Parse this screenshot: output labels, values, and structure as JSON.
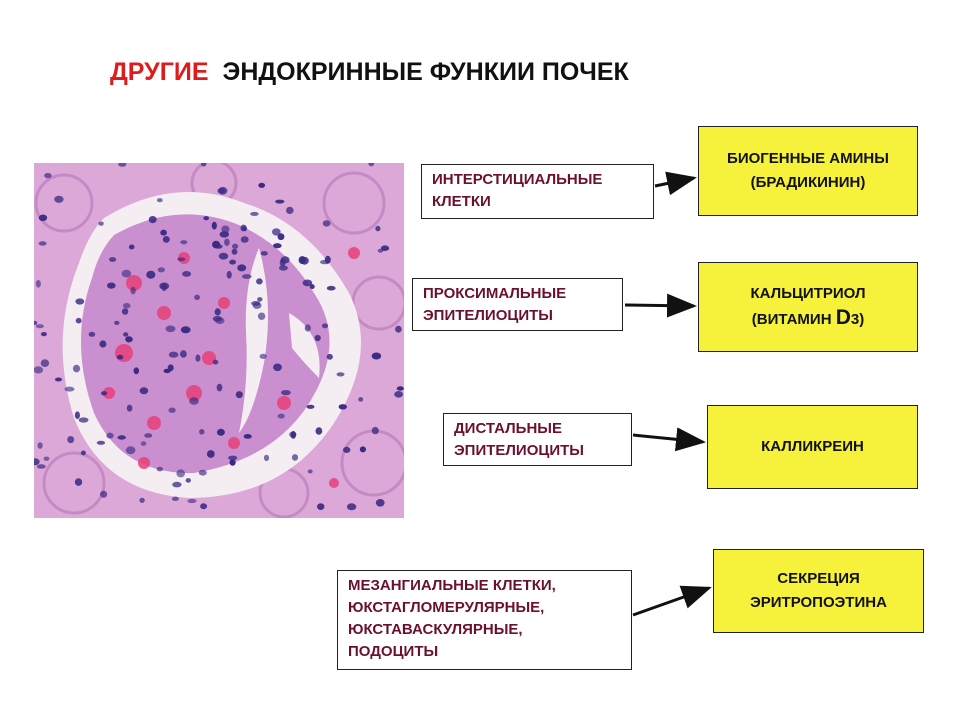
{
  "title": {
    "part1": "ДРУГИЕ",
    "part2": "ЭНДОКРИННЫЕ ФУНКИИ ПОЧЕК"
  },
  "sources": [
    {
      "line1": "ИНТЕРСТИЦИАЛЬНЫЕ",
      "line2": "КЛЕТКИ"
    },
    {
      "line1": "ПРОКСИМАЛЬНЫЕ",
      "line2": "ЭПИТЕЛИОЦИТЫ"
    },
    {
      "line1": "ДИСТАЛЬНЫЕ",
      "line2": "ЭПИТЕЛИОЦИТЫ"
    },
    {
      "line1": "МЕЗАНГИАЛЬНЫЕ КЛЕТКИ,",
      "line2": "ЮКСТАГЛОМЕРУЛЯРНЫЕ,",
      "line3": "ЮКСТАВАСКУЛЯРНЫЕ,",
      "line4": "ПОДОЦИТЫ"
    }
  ],
  "targets": [
    {
      "line1": "БИОГЕННЫЕ АМИНЫ",
      "line2": "(БРАДИКИНИН)"
    },
    {
      "line1": "КАЛЬЦИТРИОЛ",
      "line2_prefix": "(ВИТАМИН ",
      "line2_d": "D",
      "line2_sub": "3",
      "line2_suffix": ")"
    },
    {
      "line1": "КАЛЛИКРЕИН"
    },
    {
      "line1": "СЕКРЕЦИЯ",
      "line2": "ЭРИТРОПОЭТИНА"
    }
  ],
  "colors": {
    "title_accent": "#e01b1b",
    "source_text": "#6b1030",
    "target_fill": "#f6f13a",
    "tissue": "#dca8d8",
    "nuclei": "#3a2a82",
    "rbc": "#e8407a"
  }
}
